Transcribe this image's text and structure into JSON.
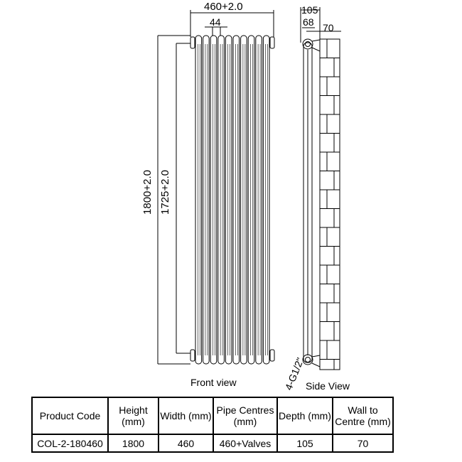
{
  "front_view": {
    "caption": "Front view",
    "width_dim": "460+2.0",
    "column_pitch_dim": "44",
    "height_dim": "1800+2.0",
    "pipe_centre_dim": "1725+2.0",
    "column_count": 10
  },
  "side_view": {
    "caption": "Side View",
    "depth_dim": "105",
    "body_dim": "68",
    "wall_to_centre_dim": "70",
    "connection_label": "4-G1/2\""
  },
  "table": {
    "headers": [
      "Product Code",
      "Height (mm)",
      "Width (mm)",
      "Pipe Centres (mm)",
      "Depth (mm)",
      "Wall to Centre (mm)"
    ],
    "rows": [
      [
        "COL-2-180460",
        "1800",
        "460",
        "460+Valves",
        "105",
        "70"
      ]
    ]
  }
}
